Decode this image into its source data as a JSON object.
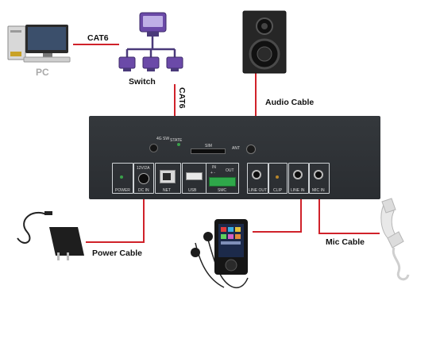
{
  "labels": {
    "pc": "PC",
    "cat6_top": "CAT6",
    "switch": "Switch",
    "cat6_vertical": "CAT6",
    "audio_cable": "Audio Cable",
    "power_cable": "Power Cable",
    "mic_cable": "Mic Cable"
  },
  "panel": {
    "btn_4g5g": "4G SW",
    "state": "STATE",
    "sim": "SIM",
    "ant": "ANT",
    "power": "POWER",
    "dc_rating": "12V/2A",
    "dc_in": "DC IN",
    "net": "NET",
    "usb": "USB",
    "gpio_in": "IN",
    "gpio_out": "OUT",
    "gpio_pins": "+ -",
    "smc": "SMC",
    "line_out": "LINE OUT",
    "clip": "CLIP",
    "line_in": "LINE IN",
    "mic_in": "MIC IN"
  },
  "colors": {
    "cable": "#d0222a",
    "panel": "#2f3236",
    "switch_node": "#6b4aa8",
    "label_gray": "#a9a9a9"
  }
}
